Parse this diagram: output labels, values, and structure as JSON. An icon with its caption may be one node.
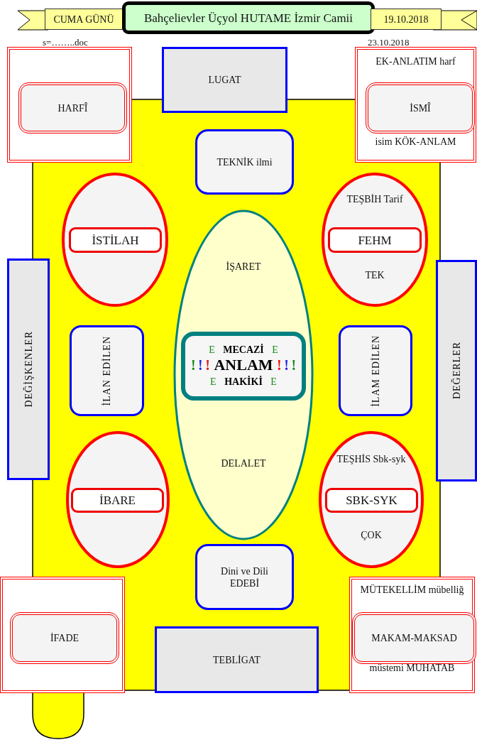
{
  "diagram": {
    "nodes": [
      {
        "text": [
          "CUMA GÜNÜ"
        ]
      },
      {
        "text": [
          "Bahçelievler Üçyol HUTAME İzmir Camii"
        ]
      },
      {
        "text": [
          "19.10.2018"
        ]
      },
      {
        "text": [],
        "shape": "box"
      },
      {
        "text": [
          "HARFÎ"
        ],
        "in": 3
      },
      {
        "text": [
          "LUGAT"
        ]
      },
      {
        "text": [
          "EK-ANLATIM harf",
          "isim KÖK-ANLAM"
        ]
      },
      {
        "text": [
          "İSMÎ"
        ],
        "in": 6
      },
      {
        "text": [
          "TEKNİK ilmi"
        ]
      },
      {
        "text": [],
        "shape": "ellipse"
      },
      {
        "text": [
          "İSTİLAH"
        ],
        "in": 9
      },
      {
        "text": [
          "TEŞBİH Tarif",
          "TEK"
        ]
      },
      {
        "text": [
          "FEHM"
        ],
        "in": 11
      },
      {
        "text": [
          "İŞARET",
          "DELALET"
        ]
      },
      {
        "text": [
          "E MECAZİ E",
          "! ! ! ANLAM ! ! !",
          "E HAKİKİ E"
        ],
        "in": 13
      },
      {
        "text": [
          "DEĞİŞKENLER"
        ]
      },
      {
        "text": [
          "İLAN EDİLEN"
        ]
      },
      {
        "text": [
          "İLAM EDİLEN"
        ]
      },
      {
        "text": [
          "DEĞERLER"
        ]
      },
      {
        "text": [],
        "shape": "ellipse"
      },
      {
        "text": [
          "İBARE"
        ],
        "in": 19
      },
      {
        "text": [
          "TEŞHİS Sbk-syk",
          "ÇOK"
        ]
      },
      {
        "text": [
          "SBK-SYK"
        ],
        "in": 21
      },
      {
        "text": [
          "Dini ve Dili EDEBİ"
        ]
      },
      {
        "text": [],
        "shape": "box"
      },
      {
        "text": [
          "İFADE"
        ],
        "in": 24
      },
      {
        "text": [
          "TEBLİGAT"
        ]
      },
      {
        "text": [
          "MÜTEKELLİM mübelliğ",
          "müstemi MUHATAB"
        ]
      },
      {
        "text": [
          "MAKAM-MAKSAD"
        ],
        "in": 27
      }
    ],
    "labels": [
      "s=……..doc",
      "23.10.2018"
    ]
  }
}
